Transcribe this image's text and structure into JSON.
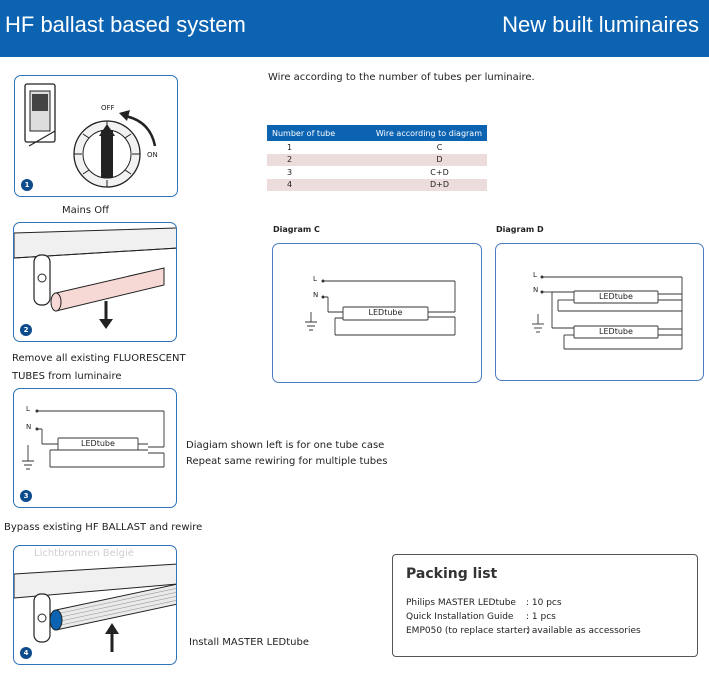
{
  "header": {
    "left_title": "HF ballast based system",
    "right_title": "New built luminaires"
  },
  "steps": [
    {
      "num": "1",
      "caption": "Mains Off",
      "switch_off": "OFF",
      "switch_on": "ON"
    },
    {
      "num": "2",
      "caption_line1": "Remove all existing FLUORESCENT",
      "caption_line2": "TUBES from luminaire"
    },
    {
      "num": "3",
      "caption": "Bypass existing HF BALLAST and rewire",
      "label_L": "L",
      "label_N": "N",
      "tube_label": "LEDtube"
    },
    {
      "num": "4",
      "caption": "Install MASTER LEDtube"
    }
  ],
  "diagram_note": {
    "line1": "Diagiam shown left is for one tube case",
    "line2": "Repeat same rewiring for multiple tubes"
  },
  "intro": "Wire according to the number of tubes per luminaire.",
  "table": {
    "headers": [
      "Number of tube",
      "Wire according to diagram"
    ],
    "rows": [
      [
        "1",
        "C"
      ],
      [
        "2",
        "D"
      ],
      [
        "3",
        "C+D"
      ],
      [
        "4",
        "D+D"
      ]
    ]
  },
  "diagram_c": {
    "title": "Diagram C",
    "label_L": "L",
    "label_N": "N",
    "tube_label": "LEDtube"
  },
  "diagram_d": {
    "title": "Diagram D",
    "label_L": "L",
    "label_N": "N",
    "tube1_label": "LEDtube",
    "tube2_label": "LEDtube"
  },
  "packing": {
    "title": "Packing list",
    "items": [
      {
        "name": "Philips MASTER LEDtube",
        "qty": ": 10 pcs"
      },
      {
        "name": "Quick Installation Guide",
        "qty": ": 1 pcs"
      },
      {
        "name": "EMP050 (to replace starter)",
        "qty": ": available as accessories"
      }
    ]
  },
  "watermark": "Lichtbronnen Belgiё",
  "colors": {
    "brand_blue": "#0c63b2",
    "panel_border": "#2e72b8",
    "row_tint": "#ecdcdc"
  }
}
